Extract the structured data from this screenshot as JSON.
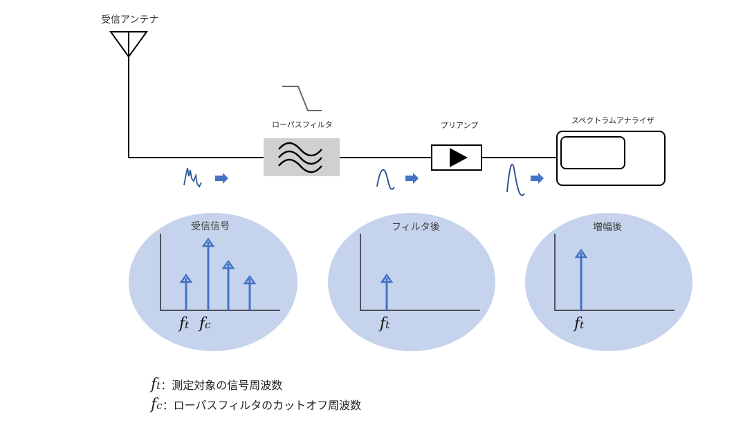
{
  "antenna": {
    "label": "受信アンテナ"
  },
  "blocks": {
    "lpf": {
      "label": "ローパスフィルタ"
    },
    "amp": {
      "label": "プリアンプ"
    },
    "spectrum_analyzer": {
      "label": "スペクトラムアナライザ"
    }
  },
  "bubbles": [
    {
      "title": "受信信号",
      "axis_labels": [
        {
          "f": "f",
          "sub": "t"
        },
        {
          "f": "f",
          "sub": "c"
        }
      ]
    },
    {
      "title": "フィルタ後",
      "axis_labels": [
        {
          "f": "f",
          "sub": "t"
        }
      ]
    },
    {
      "title": "増幅後",
      "axis_labels": [
        {
          "f": "f",
          "sub": "t"
        }
      ]
    }
  ],
  "legend": [
    {
      "f": "f",
      "sub": "t",
      "text": "：測定対象の信号周波数"
    },
    {
      "f": "f",
      "sub": "c",
      "text": "：ローパスフィルタのカットオフ周波数"
    }
  ],
  "colors": {
    "bubble_fill": "#c5d3ec",
    "arrow_blue": "#4472c4",
    "lpf_box": "#d0d0d0",
    "line": "#000000"
  }
}
